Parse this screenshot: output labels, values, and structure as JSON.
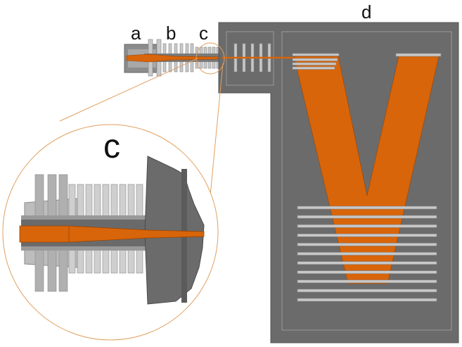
{
  "labels": {
    "a": "a",
    "b": "b",
    "c": "c",
    "d": "d",
    "zoom": "c"
  },
  "colors": {
    "background": "#ffffff",
    "body_dark": "#6b6b6b",
    "body_mid": "#8c8c8c",
    "fin_light": "#c8c8c8",
    "fin_edge": "#9a9a9a",
    "inner_panel": "#5f5f5f",
    "channel": "#d8650a",
    "channel_edge": "#9c4300",
    "zoom_ring": "#e0a060"
  }
}
